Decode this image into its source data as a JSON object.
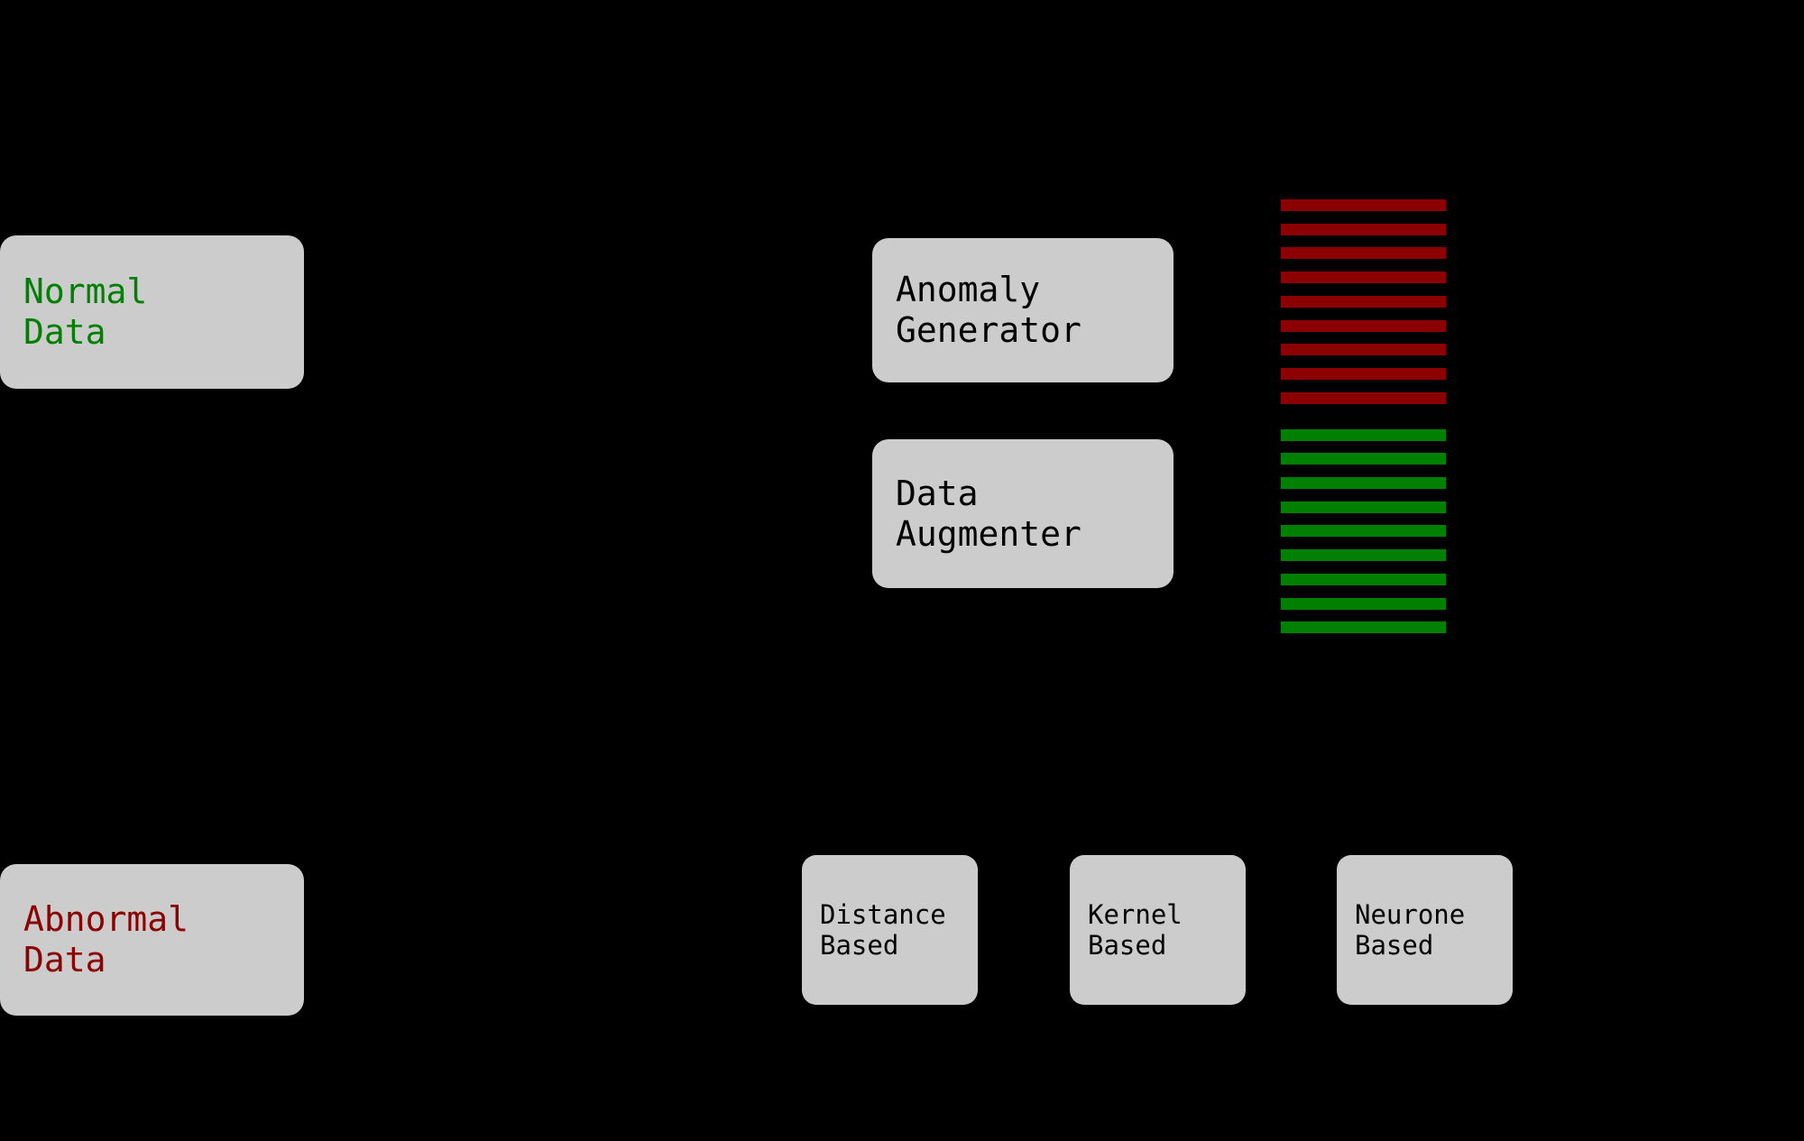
{
  "diagram": {
    "background_color": "#000000",
    "node_fill_color": "#cccccc",
    "colors": {
      "normal": "#008000",
      "anomalous": "#8b0000",
      "text": "#000000"
    },
    "nodes": [
      {
        "id": "normal-data",
        "lines": [
          "Normal",
          "Data"
        ],
        "text_color": "#008000"
      },
      {
        "id": "abnormal-data",
        "lines": [
          "Abnormal",
          "Data"
        ],
        "text_color": "#8b0000"
      },
      {
        "id": "anomaly-generator",
        "lines": [
          "Anomaly",
          "Generator"
        ],
        "text_color": "#000000"
      },
      {
        "id": "data-augmenter",
        "lines": [
          "Data",
          "Augmenter"
        ],
        "text_color": "#000000"
      },
      {
        "id": "distance-based",
        "lines": [
          "Distance",
          "Based"
        ],
        "text_color": "#000000"
      },
      {
        "id": "kernel-based",
        "lines": [
          "Kernel",
          "Based"
        ],
        "text_color": "#000000"
      },
      {
        "id": "neurone-based",
        "lines": [
          "Neurone",
          "Based"
        ],
        "text_color": "#000000"
      }
    ],
    "bar_stack": {
      "anomalous_bar_count": 9,
      "normal_bar_count": 9,
      "anomalous_color": "#8b0000",
      "normal_color": "#008000"
    }
  }
}
